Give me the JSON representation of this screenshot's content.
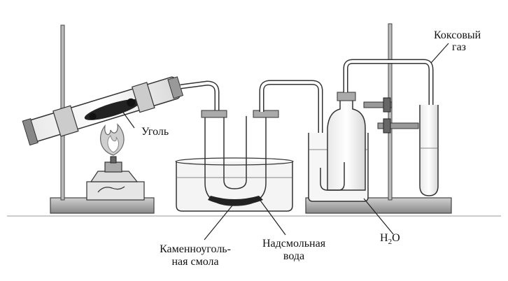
{
  "labels": {
    "coke_gas_line1": "Коксовый",
    "coke_gas_line2": "газ",
    "coal": "Уголь",
    "coal_tar_line1": "Каменноуголь-",
    "coal_tar_line2": "ная смола",
    "tar_water_line1": "Надсмольная",
    "tar_water_line2": "вода",
    "water_main": "H",
    "water_sub": "2",
    "water_tail": "O"
  }
}
